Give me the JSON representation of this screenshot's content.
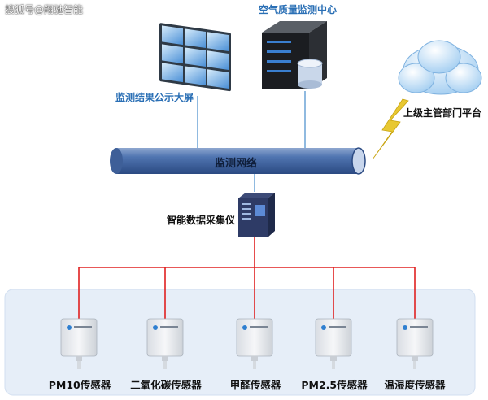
{
  "watermark": "搜狐号@翔驰智能",
  "center": {
    "label": "空气质量监测中心"
  },
  "screen": {
    "label": "监测结果公示大屏"
  },
  "authority": {
    "label": "上级主管部门平台"
  },
  "network": {
    "label": "监测网络"
  },
  "collector": {
    "label": "智能数据采集仪"
  },
  "sensors": [
    {
      "label": "PM10传感器"
    },
    {
      "label": "二氧化碳传感器"
    },
    {
      "label": "甲醛传感器"
    },
    {
      "label": "PM2.5传感器"
    },
    {
      "label": "温湿度传感器"
    }
  ],
  "colors": {
    "link_line": "#e02020",
    "blue_line": "#6aa3d6",
    "network_pipe": "#4a6fa8",
    "sensor_panel": "#e6eef8",
    "lightning": "#e8c832"
  }
}
